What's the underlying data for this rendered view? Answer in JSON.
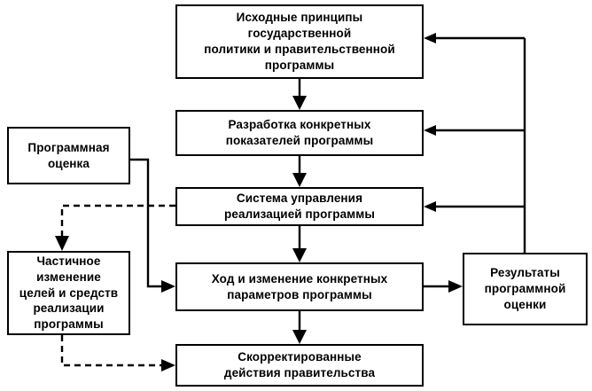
{
  "diagram": {
    "title_text": "",
    "colors": {
      "stroke": "#000000",
      "background": "#ffffff",
      "text": "#000000"
    },
    "nodes": [
      {
        "id": "initial-principles",
        "lines": [
          "Исходные принципы",
          "государственной",
          "политики и правительственной",
          "программы"
        ]
      },
      {
        "id": "develop-indicators",
        "lines": [
          "Разработка конкретных",
          "показателей программы"
        ]
      },
      {
        "id": "management-system",
        "lines": [
          "Система управления",
          "реализацией программы"
        ]
      },
      {
        "id": "progress-and-change",
        "lines": [
          "Ход и изменение конкретных",
          "параметров программы"
        ]
      },
      {
        "id": "corrected-actions",
        "lines": [
          "Скорректированные",
          "действия правительства"
        ]
      },
      {
        "id": "program-evaluation",
        "lines": [
          "Программная",
          "оценка"
        ]
      },
      {
        "id": "partial-change",
        "lines": [
          "Частичное",
          "изменение",
          "целей и средств",
          "реализации",
          "программы"
        ]
      },
      {
        "id": "evaluation-results",
        "lines": [
          "Результаты",
          "программной",
          "оценки"
        ]
      }
    ],
    "connectors": [
      {
        "id": "principles-to-indicators",
        "style": "solid",
        "arrow": "down"
      },
      {
        "id": "indicators-to-management",
        "style": "solid",
        "arrow": "down"
      },
      {
        "id": "management-to-progress",
        "style": "solid",
        "arrow": "down"
      },
      {
        "id": "progress-to-corrected",
        "style": "solid",
        "arrow": "down"
      },
      {
        "id": "progress-to-results",
        "style": "solid",
        "arrow": "right"
      },
      {
        "id": "results-to-principles",
        "style": "solid",
        "arrow": "left"
      },
      {
        "id": "results-to-indicators",
        "style": "solid",
        "arrow": "left"
      },
      {
        "id": "results-to-management",
        "style": "solid",
        "arrow": "left"
      },
      {
        "id": "evaluation-to-progress",
        "style": "solid",
        "arrow": "right"
      },
      {
        "id": "management-to-partial-change",
        "style": "dashed",
        "arrow": "down"
      },
      {
        "id": "partial-change-to-corrected",
        "style": "dashed",
        "arrow": "right"
      }
    ]
  }
}
